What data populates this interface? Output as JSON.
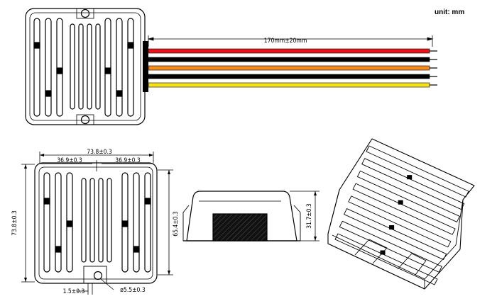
{
  "unit_label": "unit: mm",
  "dimensions": {
    "cable_length": "170mm±20mm",
    "width_total": "73.8±0.3",
    "width_left_half": "36.9±0.3",
    "width_right_half": "36.9±0.3",
    "height_total": "73.8±0.3",
    "inner_height": "65.4±0.3",
    "side_height": "31.7±0.3",
    "hole_offset": "1.5±0.3",
    "hole_diameter": "ø5.5±0.3"
  },
  "wires": [
    {
      "color": "#e8141b"
    },
    {
      "color": "#000000"
    },
    {
      "color": "#f28a1c"
    },
    {
      "color": "#000000"
    },
    {
      "color": "#f5e21a"
    }
  ],
  "colors": {
    "line": "#000000",
    "background": "#ffffff"
  }
}
